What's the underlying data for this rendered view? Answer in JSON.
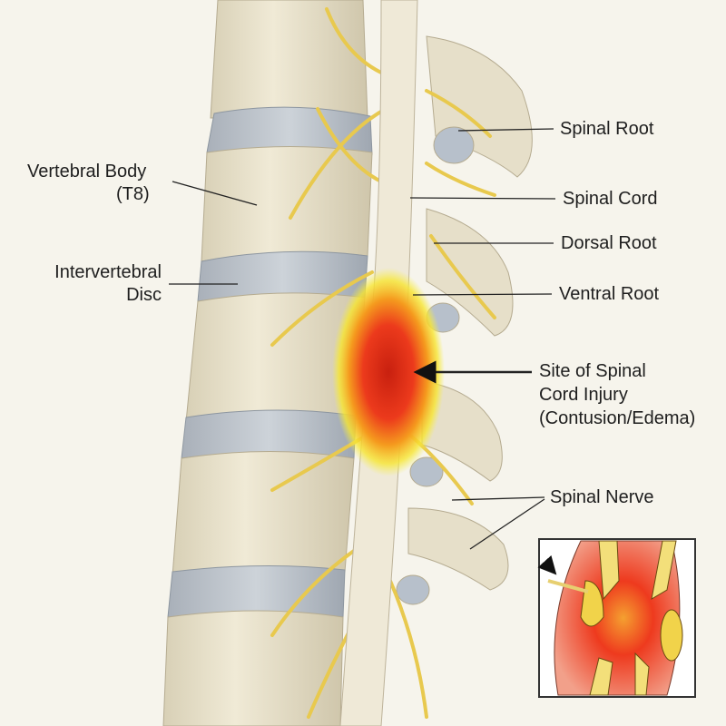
{
  "labels": {
    "spinal_root": "Spinal Root",
    "spinal_cord": "Spinal Cord",
    "dorsal_root": "Dorsal Root",
    "ventral_root": "Ventral Root",
    "injury_line1": "Site of Spinal",
    "injury_line2": "Cord Injury",
    "injury_line3": "(Contusion/Edema)",
    "spinal_nerve": "Spinal Nerve",
    "vertebral_body_line1": "Vertebral Body",
    "vertebral_body_line2": "(T8)",
    "disc_line1": "Intervertebral",
    "disc_line2": "Disc"
  },
  "colors": {
    "background": "#f6f4ec",
    "bone": "#e9e2cc",
    "disc": "#b9c0c8",
    "nerve": "#efd36a",
    "injury": "#e8321c"
  }
}
